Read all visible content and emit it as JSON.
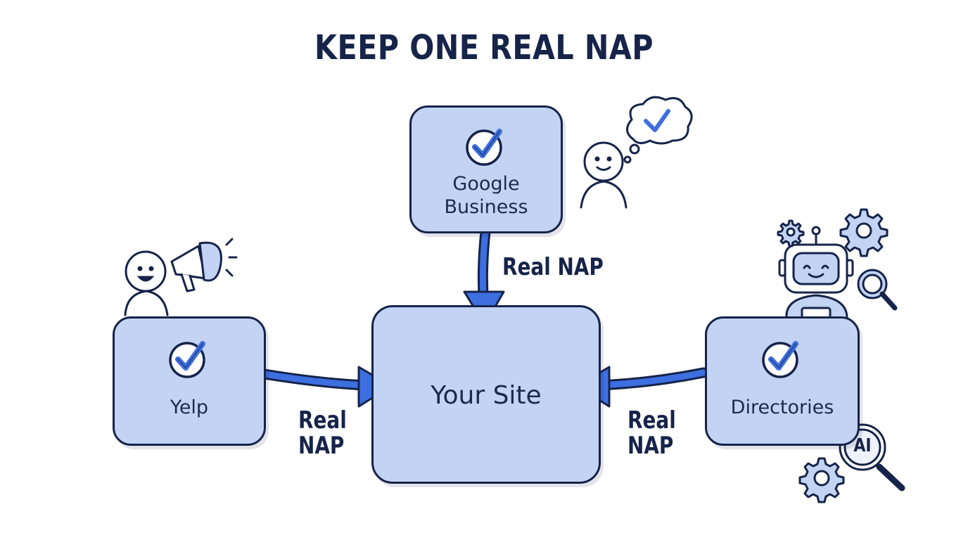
{
  "title": "KEEP ONE REAL NAP",
  "nodes": {
    "google": {
      "line1": "Google",
      "line2": "Business",
      "icon": "check-circle-icon"
    },
    "site": {
      "label": "Your Site"
    },
    "yelp": {
      "label": "Yelp",
      "icon": "check-circle-icon"
    },
    "directories": {
      "label": "Directories",
      "icon": "check-circle-icon"
    }
  },
  "edges": {
    "top": {
      "label": "Real NAP"
    },
    "left": {
      "line1": "Real",
      "line2": "NAP"
    },
    "right": {
      "line1": "Real",
      "line2": "NAP"
    }
  },
  "decorations": {
    "ai_badge": "AI",
    "icons": [
      "person-thinking-icon",
      "thought-bubble-check-icon",
      "person-megaphone-icon",
      "megaphone-icon",
      "robot-icon",
      "gear-icon",
      "magnifier-icon"
    ]
  },
  "colors": {
    "box_fill": "#c3d3f4",
    "outline": "#16244a",
    "arrow": "#3d6fe0",
    "check": "#3d6fe0"
  }
}
